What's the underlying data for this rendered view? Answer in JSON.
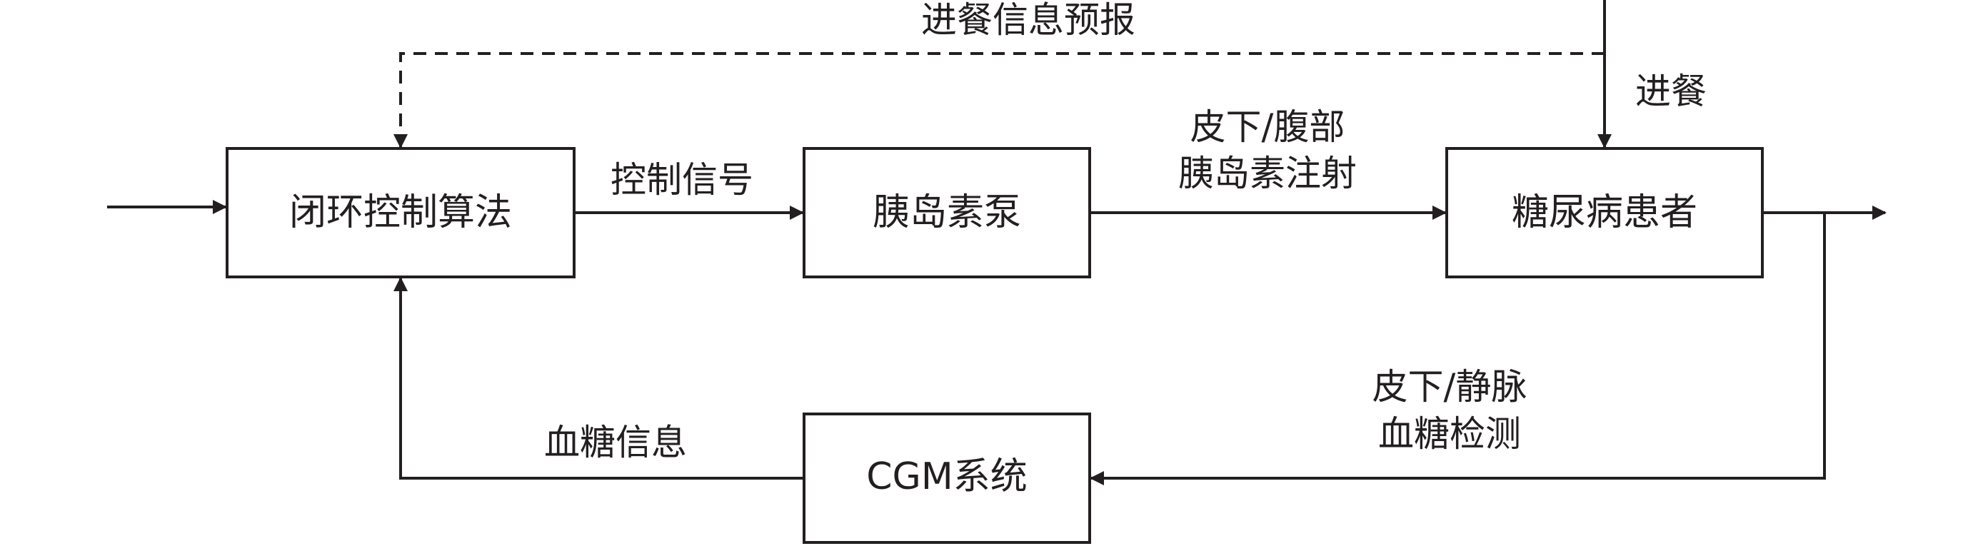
{
  "blocks": {
    "controller": "闭环控制算法",
    "pump": "胰岛素泵",
    "patient": "糖尿病患者",
    "cgm": "CGM系统"
  },
  "signals": {
    "meal_forecast": "进餐信息预报",
    "meal": "进餐",
    "control_signal": "控制信号",
    "injection_line1": "皮下/腹部",
    "injection_line2": "胰岛素注射",
    "sensing_line1": "皮下/静脉",
    "sensing_line2": "血糖检测",
    "glucose_info": "血糖信息"
  }
}
